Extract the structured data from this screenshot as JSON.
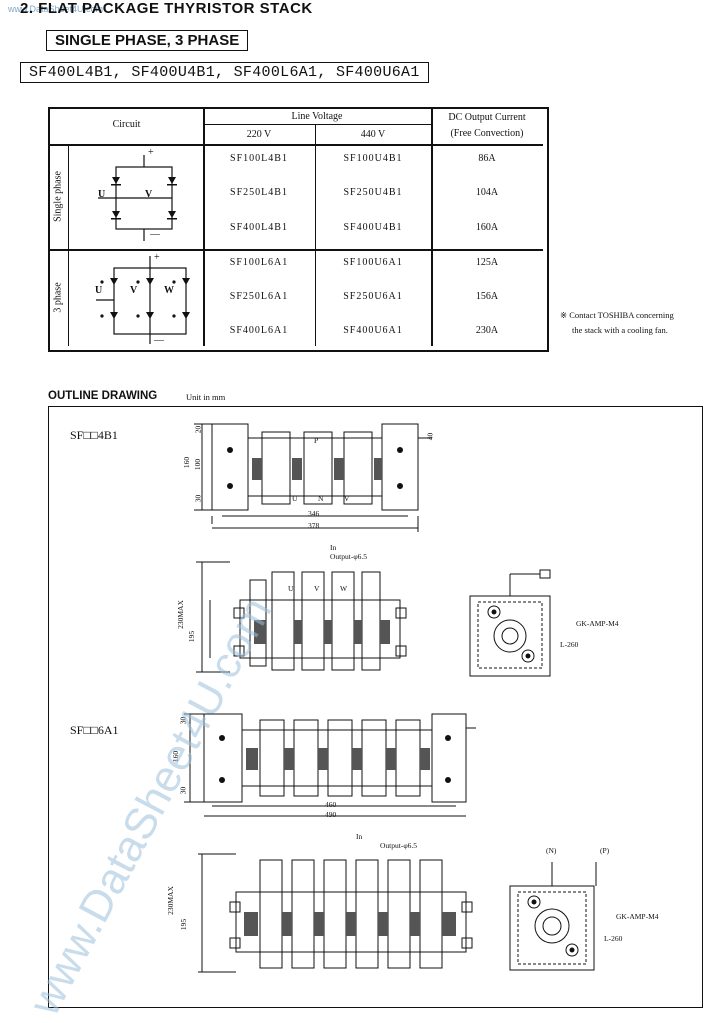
{
  "header": {
    "section_title": "2. FLAT PACKAGE THYRISTOR STACK",
    "subtitle": "SINGLE PHASE, 3 PHASE",
    "models": "SF400L4B1, SF400U4B1, SF400L6A1, SF400U6A1",
    "watermark_top": "www.DataSheet4U.com"
  },
  "table": {
    "circuit_header": "Circuit",
    "line_voltage_header": "Line Voltage",
    "v220": "220 V",
    "v440": "440 V",
    "dc_header_1": "DC Output Current",
    "dc_header_2": "(Free Convection)",
    "single_phase_label": "Single phase",
    "three_phase_label": "3 phase",
    "rows": [
      {
        "a": "SF100L4B1",
        "b": "SF100U4B1",
        "c": "86A"
      },
      {
        "a": "SF250L4B1",
        "b": "SF250U4B1",
        "c": "104A"
      },
      {
        "a": "SF400L4B1",
        "b": "SF400U4B1",
        "c": "160A"
      },
      {
        "a": "SF100L6A1",
        "b": "SF100U6A1",
        "c": "125A"
      },
      {
        "a": "SF250L6A1",
        "b": "SF250U6A1",
        "c": "156A"
      },
      {
        "a": "SF400L6A1",
        "b": "SF400U6A1",
        "c": "230A"
      }
    ],
    "single_labels": {
      "u": "U",
      "v": "V",
      "plus": "+",
      "minus": "—"
    },
    "three_labels": {
      "u": "U",
      "v": "V",
      "w": "W",
      "plus": "+",
      "minus": "—"
    }
  },
  "note": {
    "line1": "※ Contact TOSHIBA concerning",
    "line2": "the stack with a cooling fan."
  },
  "outline": {
    "title": "OUTLINE DRAWING",
    "unit": "Unit in mm",
    "model1": "SF□□4B1",
    "model2": "SF□□6A1",
    "dims1": {
      "d20": "20",
      "d160": "160",
      "d100": "100",
      "d30": "30",
      "d346": "346",
      "d378": "378",
      "d40": "40"
    },
    "labels1": {
      "u": "U",
      "n": "N",
      "v": "V",
      "p": "P"
    },
    "in_label": "In",
    "output_label": "Output-φ6.5",
    "labels2": {
      "u": "U",
      "v": "V",
      "w": "W"
    },
    "dims2": {
      "max": "230MAX",
      "d195": "195"
    },
    "gk_label": "GK-AMP-M4",
    "l_label": "L-260",
    "dims3": {
      "d30a": "30",
      "d160": "160",
      "d30b": "30",
      "d460": "460",
      "d490": "490"
    },
    "np": {
      "n": "(N)",
      "p": "(P)"
    },
    "dims4": {
      "max": "230MAX",
      "d195": "195"
    }
  },
  "watermark": "www.DataSheet4U.com"
}
